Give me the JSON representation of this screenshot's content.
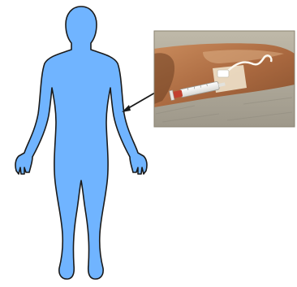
{
  "colors": {
    "background": "#ffffff",
    "figure_fill": "#70b4ff",
    "figure_stroke": "#1a1a1a",
    "pointer_line": "#1a1a1a",
    "photo_border": "#8a8270",
    "skin_dark": "#b9784b",
    "skin_light": "#d7a47a",
    "cloth_gray": "#c9c3b4",
    "tape": "#f4ecd9",
    "syringe_barrel": "#f2f2f0",
    "syringe_plunger": "#c2412f"
  },
  "diagram": {
    "figure": "human-body-silhouette",
    "inset": "photo-intravenous-injection-forearm",
    "pointer": "arrow-from-inset-to-forearm"
  }
}
